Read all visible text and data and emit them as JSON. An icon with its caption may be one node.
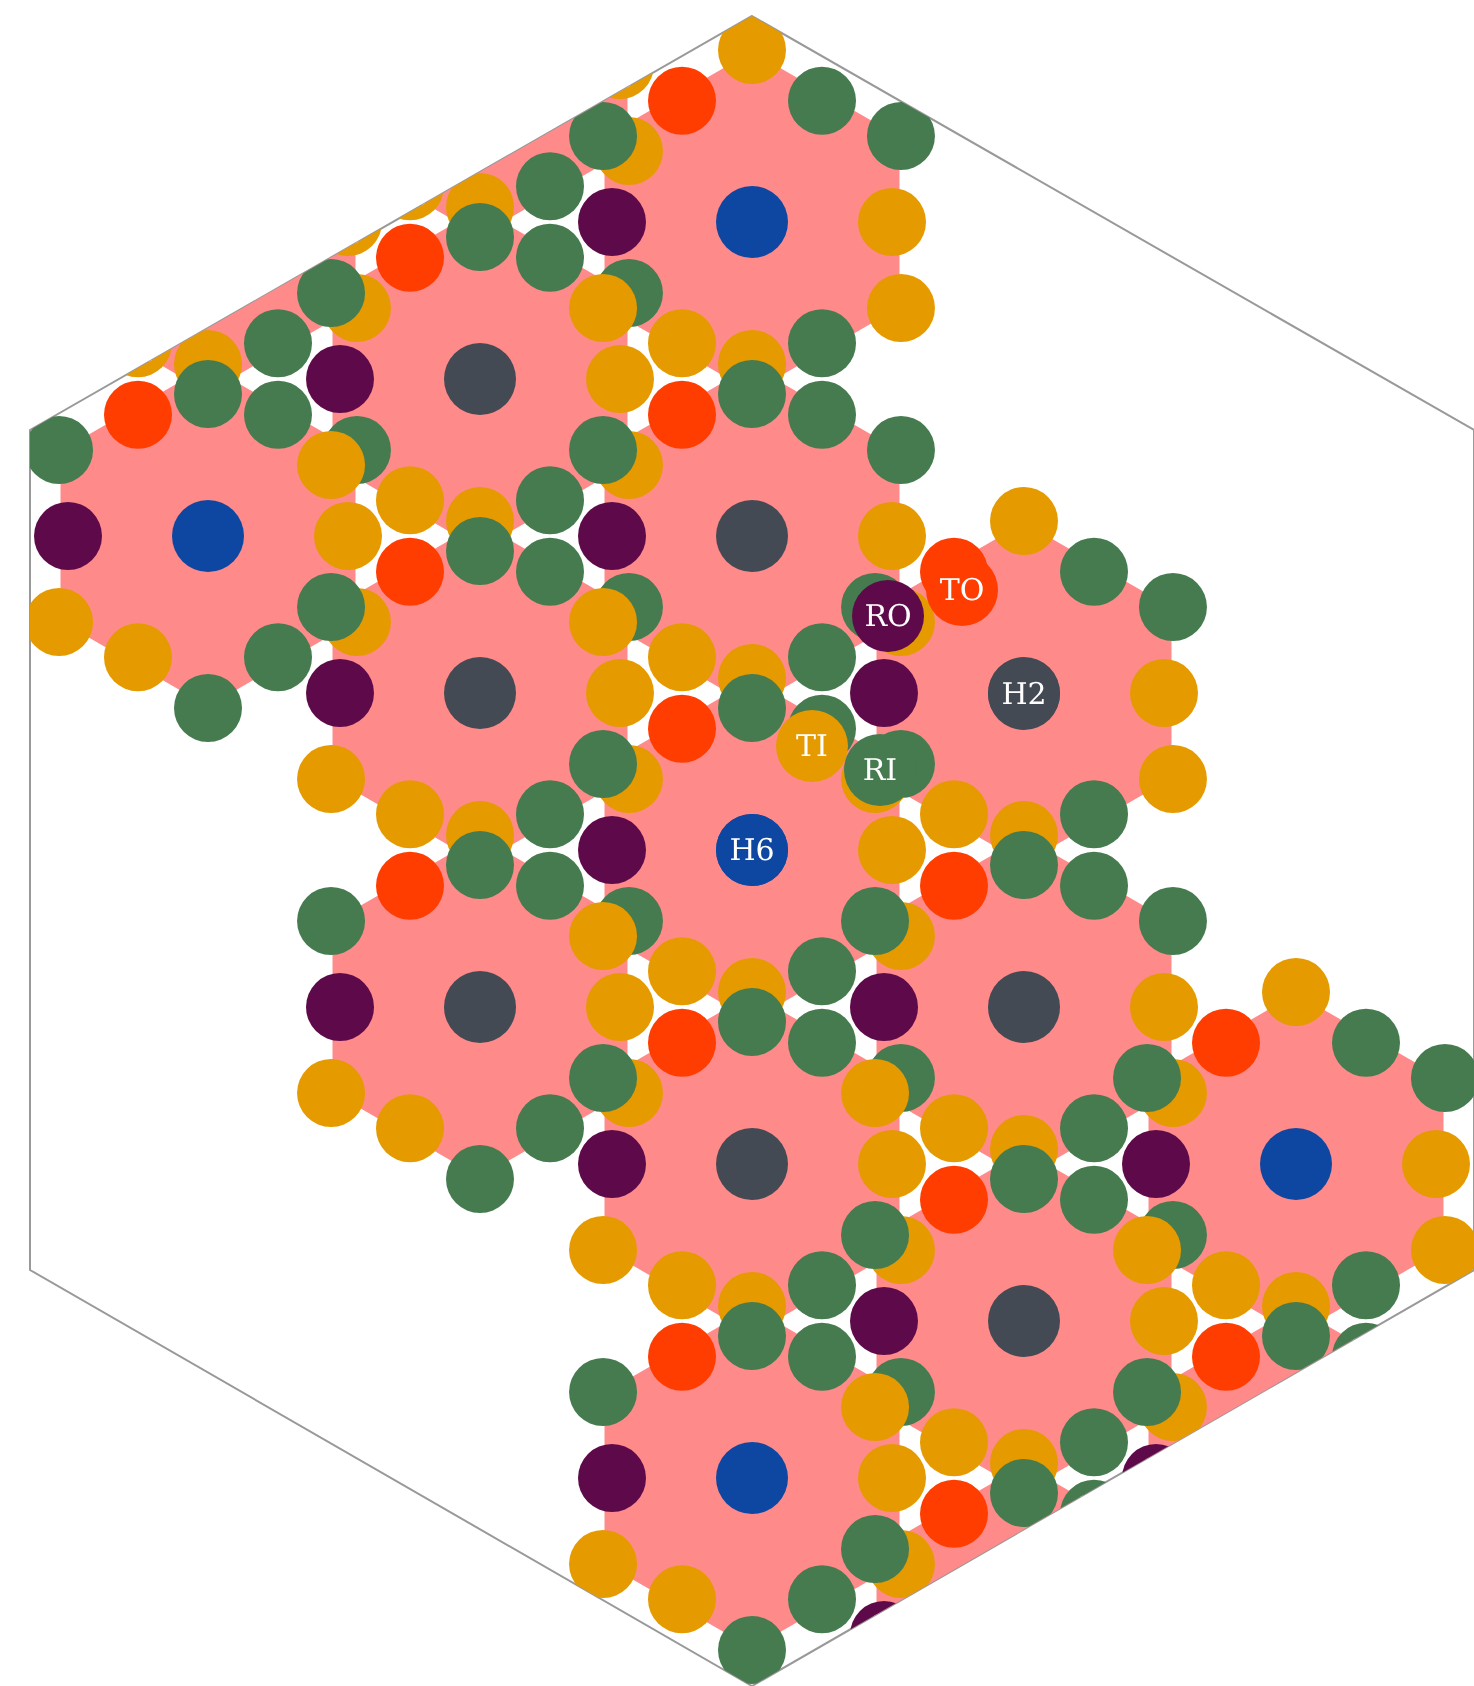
{
  "diagram": {
    "labels": [
      "RO",
      "TO",
      "H2",
      "TI",
      "RI",
      "H6"
    ]
  }
}
